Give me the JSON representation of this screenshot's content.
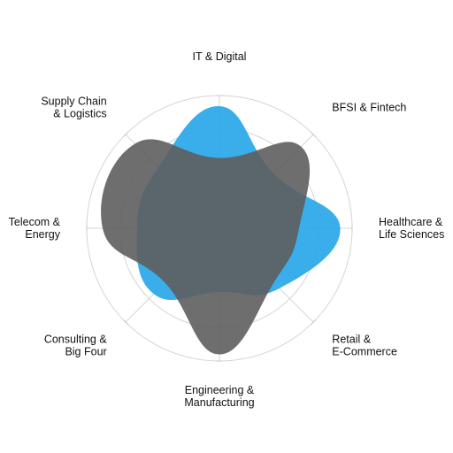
{
  "chart_data": {
    "type": "radar",
    "axes": [
      [
        "IT & Digital"
      ],
      [
        "BFSI & Fintech"
      ],
      [
        "Healthcare &",
        "Life Sciences"
      ],
      [
        "Retail &",
        "E-Commerce"
      ],
      [
        "Engineering &",
        "Manufacturing"
      ],
      [
        "Consulting &",
        "Big Four"
      ],
      [
        "Telecom &",
        "Energy"
      ],
      [
        "Supply Chain",
        "& Logistics"
      ]
    ],
    "rmax": 1,
    "rings": 4,
    "grid": true,
    "legend": "none",
    "series": [
      {
        "color": "#2ba8e8",
        "opacity": 0.93,
        "values": [
          0.92,
          0.58,
          0.91,
          0.64,
          0.48,
          0.7,
          0.62,
          0.65
        ]
      },
      {
        "color": "#5e5e5e",
        "opacity": 0.9,
        "values": [
          0.53,
          0.87,
          0.6,
          0.58,
          0.95,
          0.58,
          0.88,
          0.9
        ]
      }
    ]
  }
}
